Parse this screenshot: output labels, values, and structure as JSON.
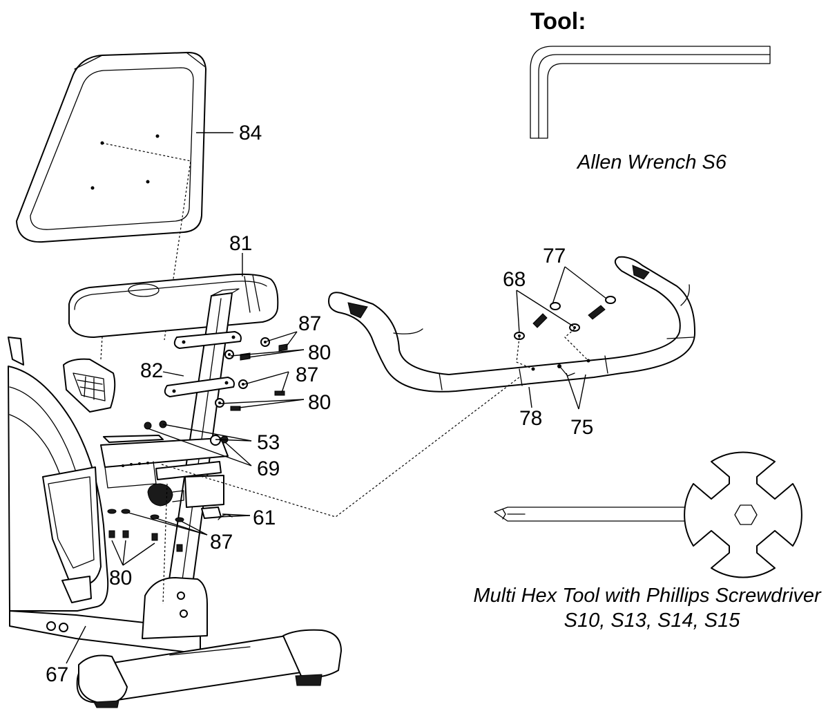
{
  "tools": {
    "title": "Tool:",
    "allen_wrench_label": "Allen Wrench S6",
    "multi_hex_label_line1": "Multi Hex Tool with Phillips Screwdriver",
    "multi_hex_label_line2": "S10, S13, S14, S15"
  },
  "part_numbers": {
    "p84": "84",
    "p81": "81",
    "p87a": "87",
    "p80a": "80",
    "p82": "82",
    "p87b": "87",
    "p80b": "80",
    "p53": "53",
    "p69": "69",
    "p61": "61",
    "p87c": "87",
    "p80c": "80",
    "p67": "67",
    "p77": "77",
    "p68": "68",
    "p78": "78",
    "p75": "75"
  }
}
